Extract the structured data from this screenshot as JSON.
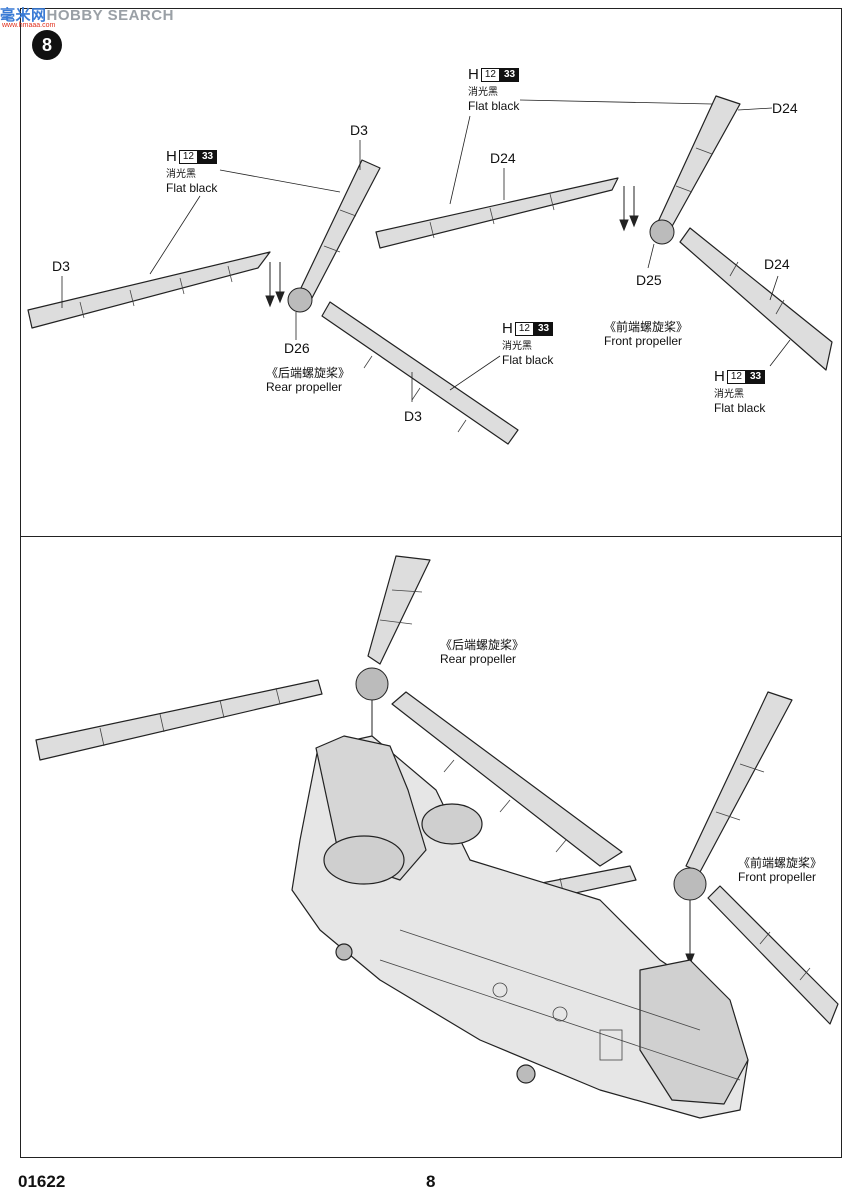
{
  "watermark": {
    "cn": "毫米网",
    "en": "HOBBY SEARCH",
    "url": "www.hmaaa.com"
  },
  "step_number": "8",
  "paint_callout": {
    "prefix": "H",
    "code1": "12",
    "code2": "33",
    "name_cn": "消光黑",
    "name_en": "Flat black"
  },
  "top": {
    "rear": {
      "blade_label": "D3",
      "hub_label": "D26",
      "title_cn": "《后端螺旋桨》",
      "title_en": "Rear propeller"
    },
    "front": {
      "blade_label": "D24",
      "hub_label": "D25",
      "title_cn": "《前端螺旋桨》",
      "title_en": "Front propeller"
    }
  },
  "bottom": {
    "rear": {
      "title_cn": "《后端螺旋桨》",
      "title_en": "Rear propeller"
    },
    "front": {
      "title_cn": "《前端螺旋桨》",
      "title_en": "Front propeller"
    }
  },
  "footer": {
    "code": "01622",
    "page": "8"
  }
}
